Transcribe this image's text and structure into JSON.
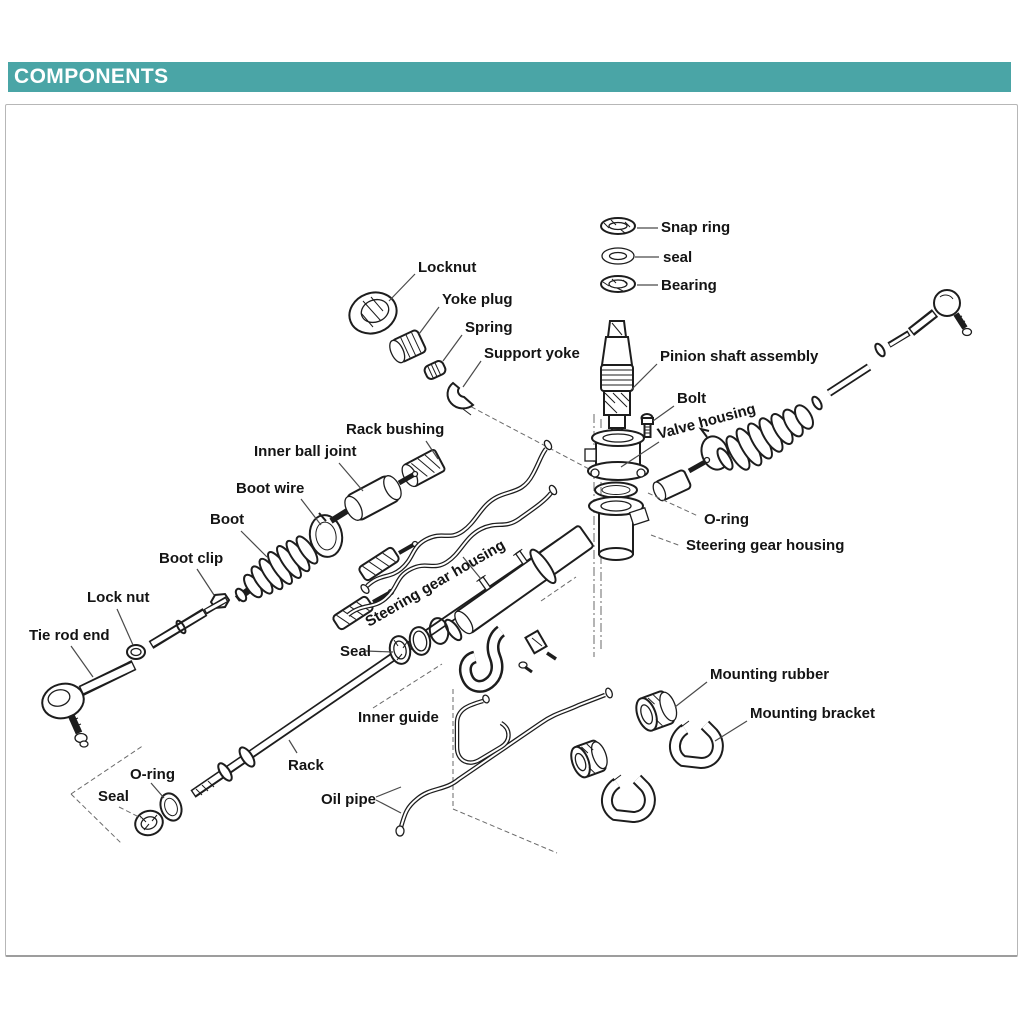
{
  "header": {
    "title": "COMPONENTS",
    "bg_color": "#4aa5a6",
    "text_color": "#ffffff"
  },
  "diagram": {
    "labels": {
      "snap_ring": "Snap ring",
      "seal_top": "seal",
      "bearing": "Bearing",
      "locknut": "Locknut",
      "yoke_plug": "Yoke plug",
      "spring": "Spring",
      "support_yoke": "Support yoke",
      "pinion_shaft_assembly": "Pinion shaft assembly",
      "bolt": "Bolt",
      "valve_housing": "Valve housing",
      "o_ring_right": "O-ring",
      "steering_gear_housing_right": "Steering gear housing",
      "steering_gear_housing_diagonal": "Steering gear housing",
      "rack_bushing": "Rack bushing",
      "inner_ball_joint": "Inner ball joint",
      "boot_wire": "Boot wire",
      "boot": "Boot",
      "boot_clip": "Boot clip",
      "lock_nut": "Lock nut",
      "tie_rod_end": "Tie rod end",
      "seal_center": "Seal",
      "inner_guide": "Inner guide",
      "rack": "Rack",
      "o_ring_left": "O-ring",
      "seal_left": "Seal",
      "oil_pipe": "Oil pipe",
      "mounting_rubber": "Mounting rubber",
      "mounting_bracket": "Mounting bracket"
    }
  }
}
